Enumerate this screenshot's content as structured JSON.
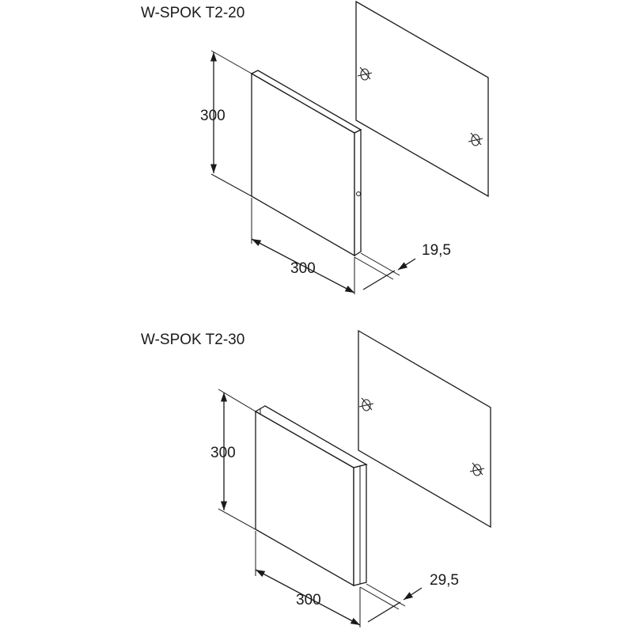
{
  "figures": [
    {
      "title": "W-SPOK T2-20",
      "height_label": "300",
      "width_label": "300",
      "depth_label": "19,5"
    },
    {
      "title": "W-SPOK T2-30",
      "height_label": "300",
      "width_label": "300",
      "depth_label": "29,5"
    }
  ],
  "colors": {
    "line": "#1a1a1a",
    "background": "#ffffff"
  }
}
